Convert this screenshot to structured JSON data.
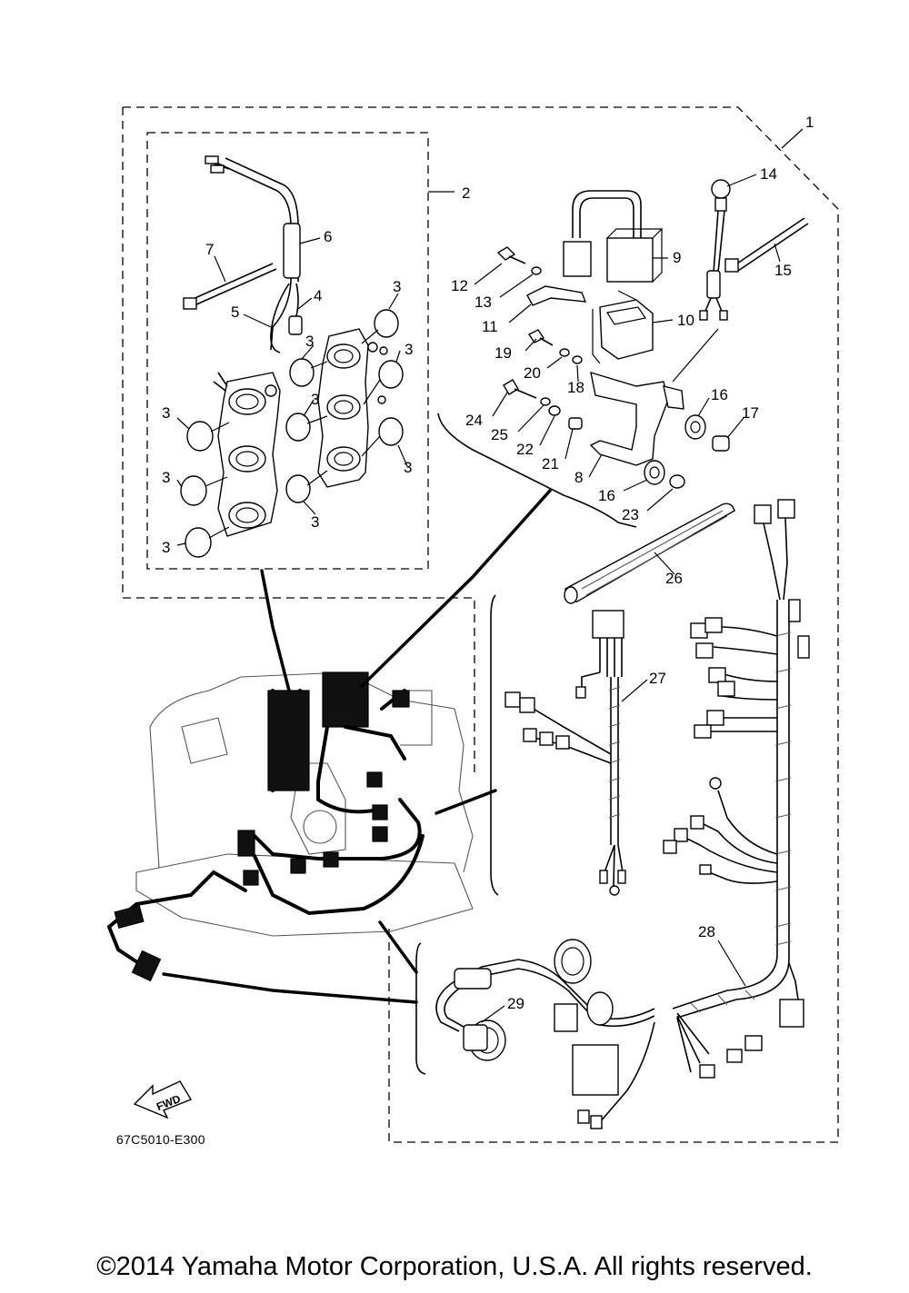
{
  "diagram": {
    "callouts": [
      "1",
      "2",
      "3",
      "4",
      "5",
      "6",
      "7",
      "8",
      "9",
      "10",
      "11",
      "12",
      "13",
      "14",
      "15",
      "16",
      "17",
      "18",
      "19",
      "20",
      "21",
      "22",
      "23",
      "24",
      "25",
      "26",
      "27",
      "28",
      "29"
    ],
    "fwd_label": "FWD",
    "drawing_code": "67C5010-E300"
  },
  "footer": {
    "copyright": "©2014 Yamaha Motor Corporation, U.S.A. All rights reserved."
  }
}
